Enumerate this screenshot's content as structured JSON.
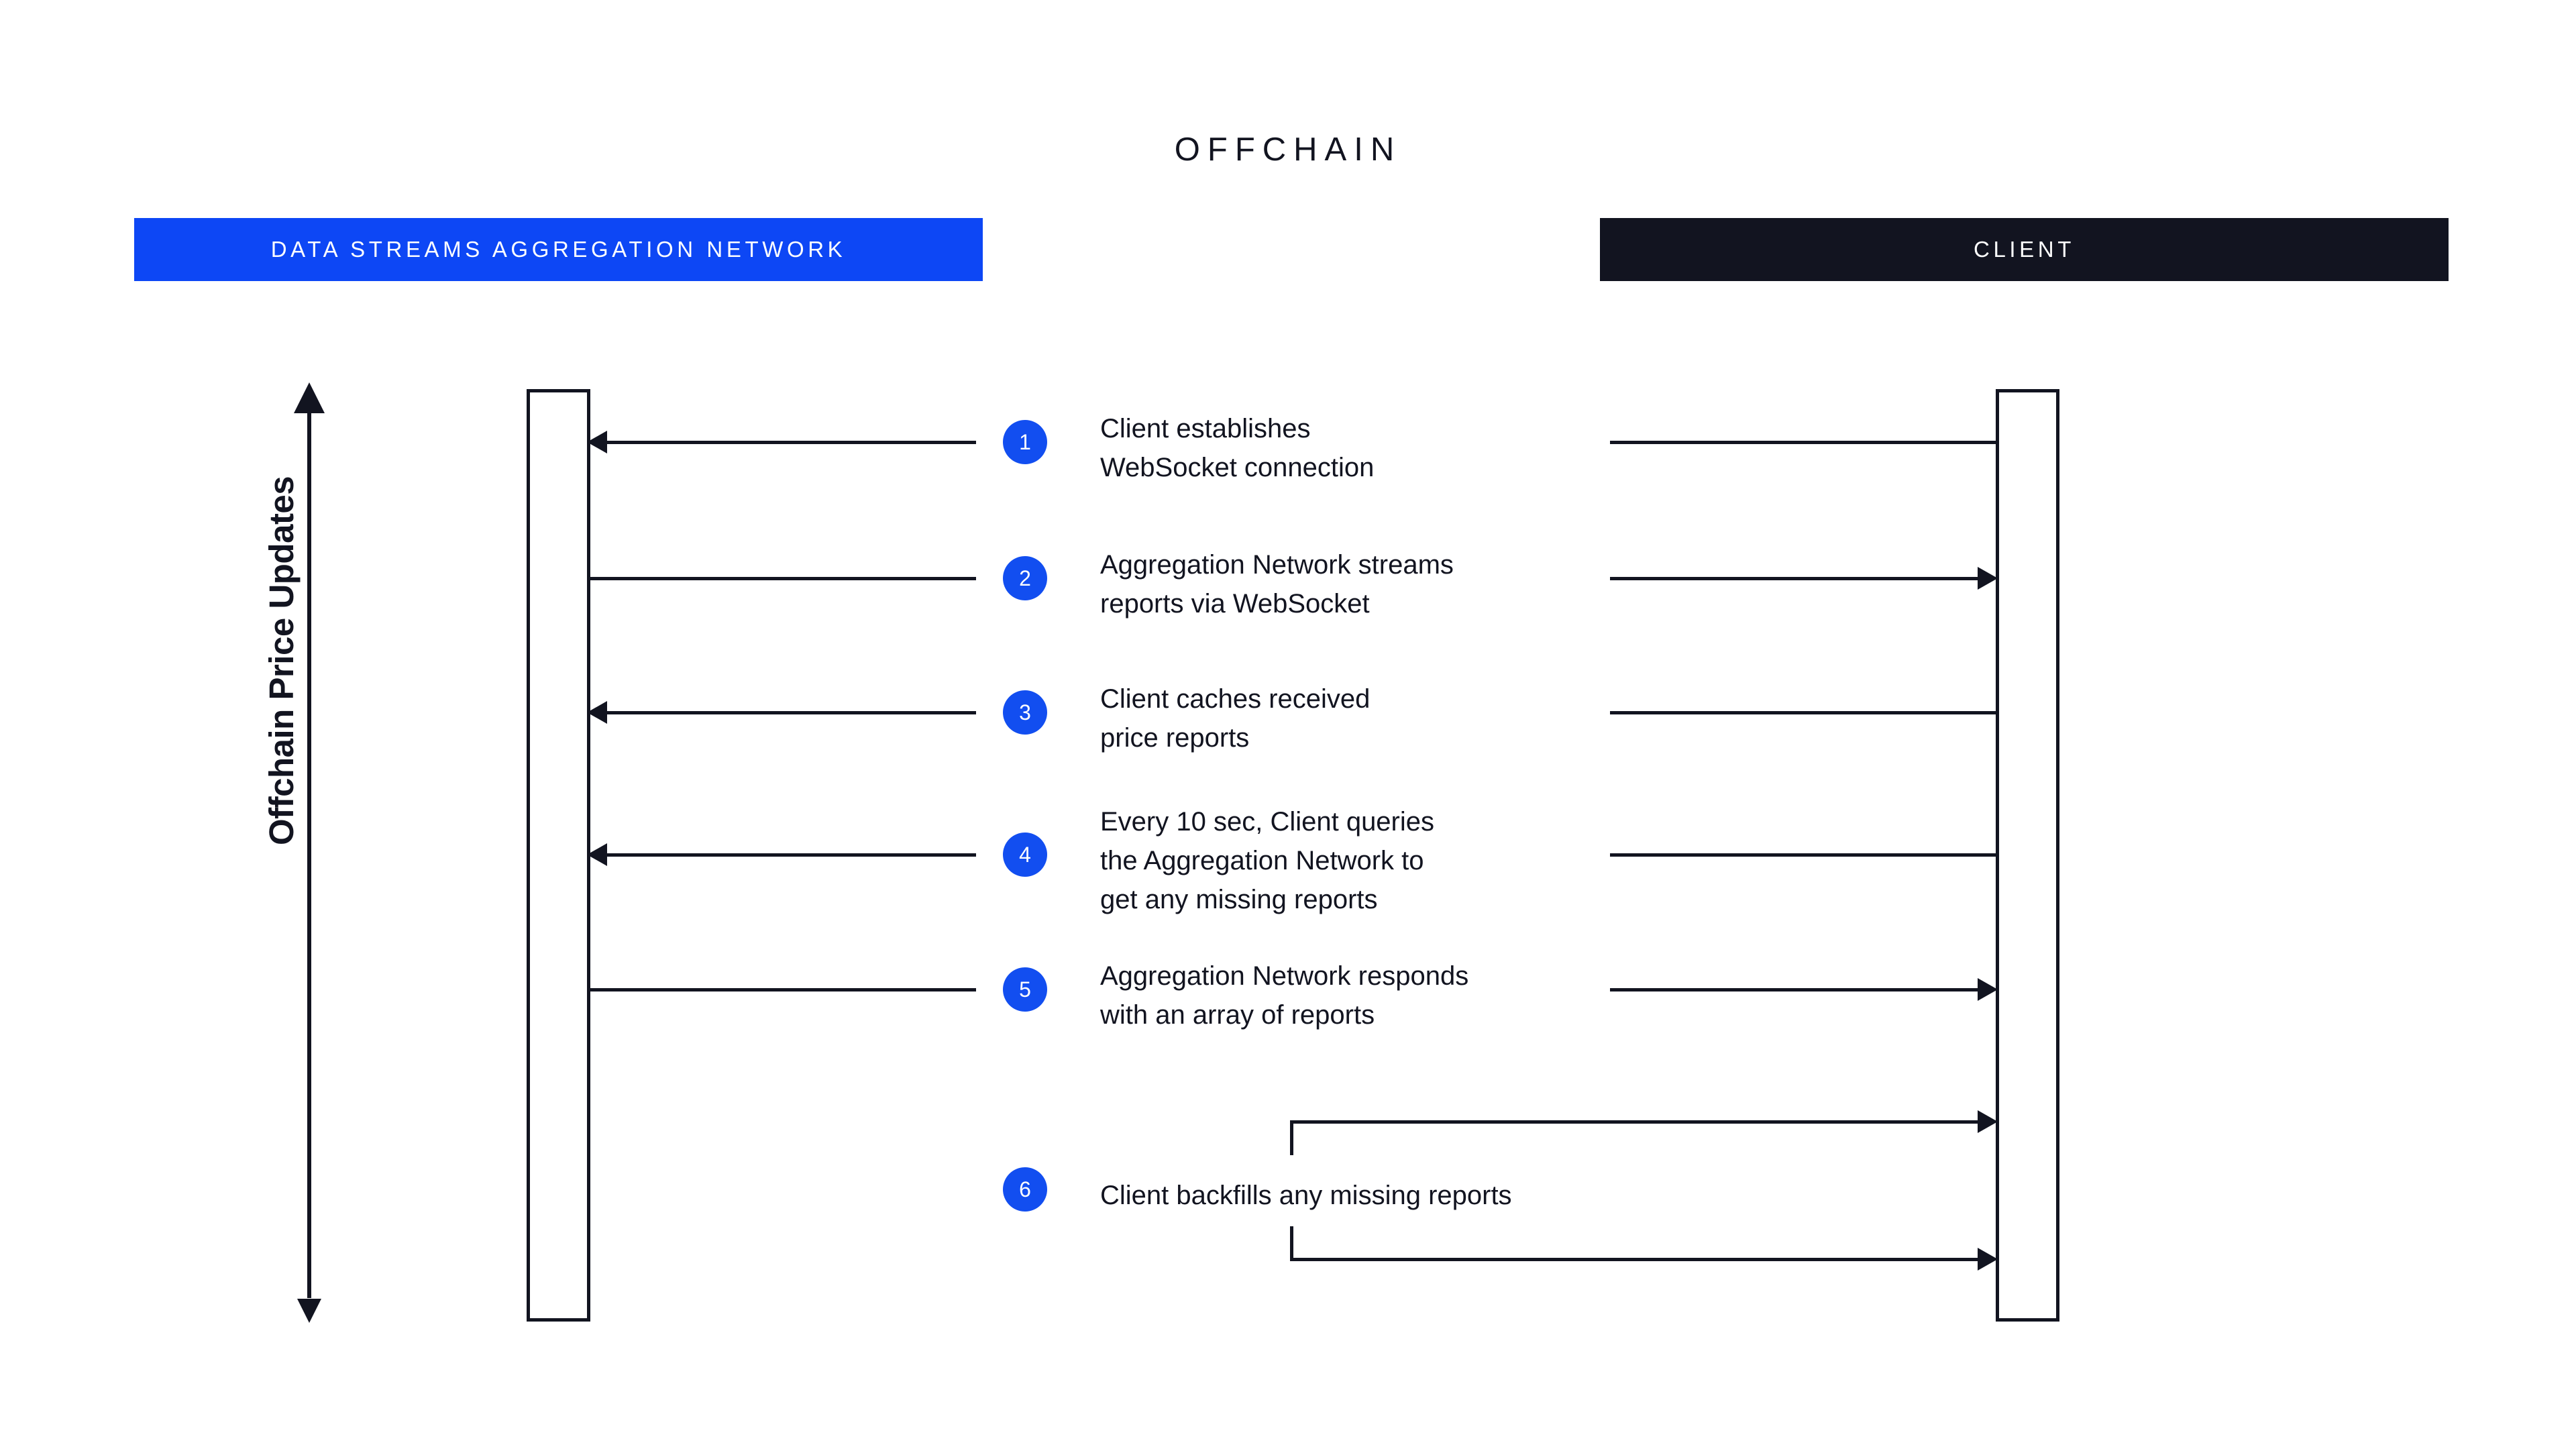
{
  "diagram": {
    "title": "OFFCHAIN",
    "axis_label": "Offchain Price Updates",
    "colors": {
      "accent_blue": "#0d47f5",
      "step_blue": "#124ef0",
      "dark": "#121420",
      "white": "#ffffff"
    },
    "lanes": [
      {
        "name": "aggregation-network",
        "label": "DATA STREAMS AGGREGATION NETWORK",
        "bar_color": "#0d47f5"
      },
      {
        "name": "client",
        "label": "CLIENT",
        "bar_color": "#121420"
      }
    ],
    "steps": [
      {
        "number": "1",
        "text": "Client establishes\nWebSocket connection",
        "direction": "right-to-left"
      },
      {
        "number": "2",
        "text": "Aggregation Network streams\nreports via WebSocket",
        "direction": "left-to-right"
      },
      {
        "number": "3",
        "text": "Client caches received\nprice reports",
        "direction": "right-to-left"
      },
      {
        "number": "4",
        "text": "Every 10 sec, Client queries\nthe Aggregation Network to\nget any missing reports",
        "direction": "right-to-left"
      },
      {
        "number": "5",
        "text": "Aggregation Network responds\nwith an array of reports",
        "direction": "left-to-right"
      },
      {
        "number": "6",
        "text": "Client backfills any missing reports",
        "direction": "client-self-loop"
      }
    ]
  }
}
